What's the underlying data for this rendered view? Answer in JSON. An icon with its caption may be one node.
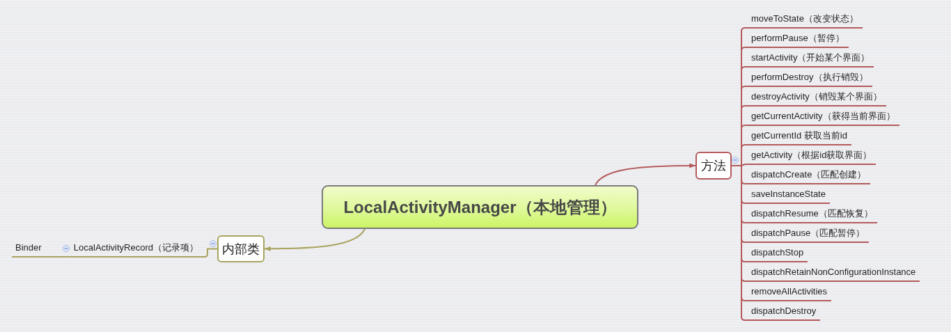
{
  "diagram": {
    "nodes": [
      {
        "text": [
          "LocalActivityManager（本地管理）"
        ]
      },
      {
        "text": [
          "方法"
        ]
      },
      {
        "text": [
          "moveToState（改变状态）"
        ]
      },
      {
        "text": [
          "performPause（暂停）"
        ]
      },
      {
        "text": [
          "startActivity（开始某个界面）"
        ]
      },
      {
        "text": [
          "performDestroy（执行销毁）"
        ]
      },
      {
        "text": [
          "destroyActivity（销毁某个界面）"
        ]
      },
      {
        "text": [
          "getCurrentActivity（获得当前界面）"
        ]
      },
      {
        "text": [
          "getCurrentId 获取当前id"
        ]
      },
      {
        "text": [
          "getActivity（根据id获取界面）"
        ]
      },
      {
        "text": [
          "dispatchCreate（匹配创建）"
        ]
      },
      {
        "text": [
          "saveInstanceState"
        ]
      },
      {
        "text": [
          "dispatchResume（匹配恢复）"
        ]
      },
      {
        "text": [
          "dispatchPause（匹配暂停）"
        ]
      },
      {
        "text": [
          "dispatchStop"
        ]
      },
      {
        "text": [
          "dispatchRetainNonConfigurationInstance"
        ]
      },
      {
        "text": [
          "removeAllActivities"
        ]
      },
      {
        "text": [
          "dispatchDestroy"
        ]
      },
      {
        "text": [
          "内部类"
        ]
      },
      {
        "text": [
          "LocalActivityRecord（记录项）"
        ]
      },
      {
        "text": [
          "Binder"
        ]
      }
    ],
    "edges": [
      {
        "from": 0,
        "to": 1,
        "arrow": "to"
      },
      {
        "from": 0,
        "to": 18,
        "arrow": "to",
        "color": "#a8a35e"
      },
      {
        "from": 1,
        "to": 2,
        "arrow": "none"
      },
      {
        "from": 1,
        "to": 3,
        "arrow": "none"
      },
      {
        "from": 1,
        "to": 4,
        "arrow": "none"
      },
      {
        "from": 1,
        "to": 5,
        "arrow": "none"
      },
      {
        "from": 1,
        "to": 6,
        "arrow": "none"
      },
      {
        "from": 1,
        "to": 7,
        "arrow": "none"
      },
      {
        "from": 1,
        "to": 8,
        "arrow": "none"
      },
      {
        "from": 1,
        "to": 9,
        "arrow": "none"
      },
      {
        "from": 1,
        "to": 10,
        "arrow": "none"
      },
      {
        "from": 1,
        "to": 11,
        "arrow": "none"
      },
      {
        "from": 1,
        "to": 12,
        "arrow": "none"
      },
      {
        "from": 1,
        "to": 13,
        "arrow": "none"
      },
      {
        "from": 1,
        "to": 14,
        "arrow": "none"
      },
      {
        "from": 1,
        "to": 15,
        "arrow": "none"
      },
      {
        "from": 1,
        "to": 16,
        "arrow": "none"
      },
      {
        "from": 1,
        "to": 17,
        "arrow": "none"
      },
      {
        "from": 18,
        "to": 19,
        "arrow": "none",
        "color": "#a8a35e"
      },
      {
        "from": 19,
        "to": 20,
        "arrow": "none",
        "color": "#a8a35e"
      }
    ]
  }
}
